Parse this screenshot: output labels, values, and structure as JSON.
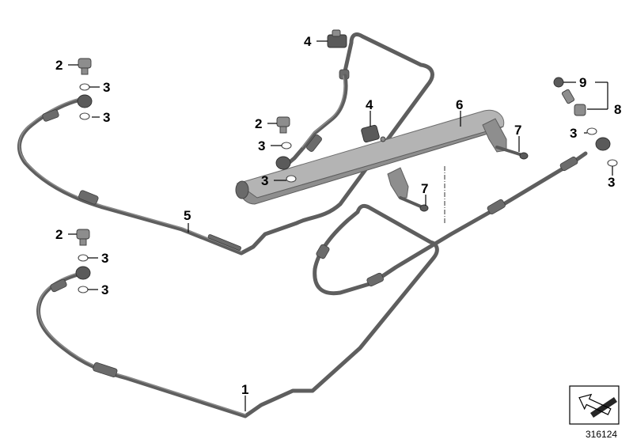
{
  "diagram": {
    "callouts": {
      "c1": "1",
      "c2a": "2",
      "c2b": "2",
      "c2c": "2",
      "c3a": "3",
      "c3b": "3",
      "c3c": "3",
      "c3d": "3",
      "c3e": "3",
      "c3f": "3",
      "c3g": "3",
      "c3h": "3",
      "c4a": "4",
      "c4b": "4",
      "c5": "5",
      "c6": "6",
      "c7a": "7",
      "c7b": "7",
      "c8": "8",
      "c9": "9"
    },
    "part_number": "316124"
  }
}
